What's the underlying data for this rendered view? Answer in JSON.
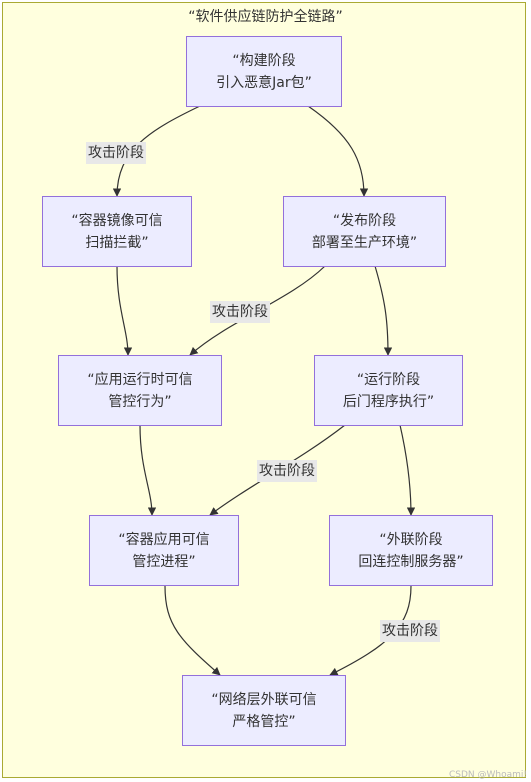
{
  "title": "“软件供应链防护全链路”",
  "nodes": {
    "build": {
      "line1": "“构建阶段",
      "line2": "引入恶意Jar包”"
    },
    "image_scan": {
      "line1": "“容器镜像可信",
      "line2": "扫描拦截”"
    },
    "release": {
      "line1": "“发布阶段",
      "line2": "部署至生产环境”"
    },
    "runtime_control": {
      "line1": "“应用运行时可信",
      "line2": "管控行为”"
    },
    "run": {
      "line1": "“运行阶段",
      "line2": "后门程序执行”"
    },
    "process_control": {
      "line1": "“容器应用可信",
      "line2": "管控进程”"
    },
    "external": {
      "line1": "“外联阶段",
      "line2": "回连控制服务器”"
    },
    "network_control": {
      "line1": "“网络层外联可信",
      "line2": "严格管控”"
    }
  },
  "edge_labels": {
    "e1": "攻击阶段",
    "e2": "攻击阶段",
    "e3": "攻击阶段",
    "e4": "攻击阶段"
  },
  "watermark": "CSDN @Whoami!",
  "colors": {
    "frame_fill": "#ffffde",
    "frame_border": "#aaaa33",
    "node_fill": "#ececff",
    "node_border": "#9370db",
    "edge": "#333333",
    "label_bg": "#e8e8e8"
  }
}
